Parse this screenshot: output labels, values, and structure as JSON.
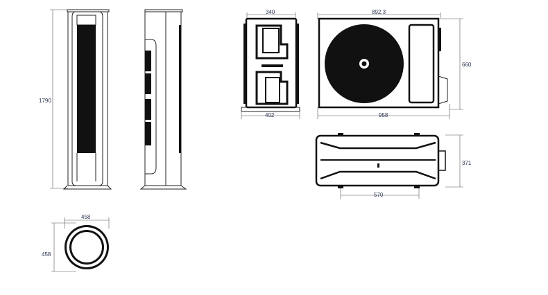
{
  "indoor_unit": {
    "height_label": "1790",
    "base_width_label": "458",
    "base_depth_label": "458"
  },
  "outdoor_unit": {
    "side_top_label": "340",
    "side_base_label": "402",
    "front_width_label": "892.3",
    "front_height_label": "660",
    "total_width_label": "958",
    "top_depth_label": "371",
    "foot_spacing_label": "570"
  },
  "colors": {
    "line": "#222222",
    "fill": "#111111",
    "text": "#2a3450"
  }
}
